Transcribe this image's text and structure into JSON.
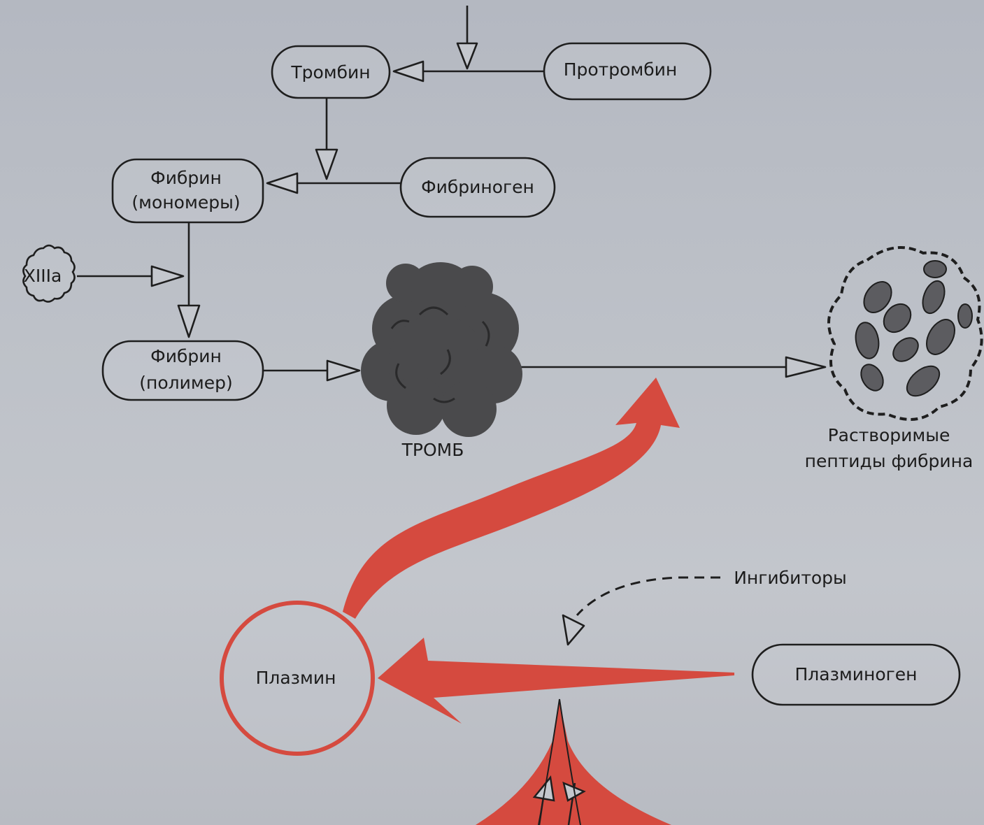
{
  "nodes": {
    "thrombin": "Тромбин",
    "prothrombin": "Протромбин",
    "fibrin_monomers_line1": "Фибрин",
    "fibrin_monomers_line2": "(мономеры)",
    "fibrinogen": "Фибриноген",
    "factor_xiiia": "XIIIa",
    "fibrin_polymer_line1": "Фибрин",
    "fibrin_polymer_line2": "(полимер)",
    "thrombus": "ТРОМБ",
    "soluble_peptides_line1": "Растворимые",
    "soluble_peptides_line2": "пептиды фибрина",
    "inhibitors": "Ингибиторы",
    "plasmin": "Плазмин",
    "plasminogen": "Плазминоген"
  },
  "colors": {
    "background": "#bcc0c7",
    "ink": "#1e1e1e",
    "plasmin_red": "#d54a3f",
    "thrombus_fill": "#4a4a4c"
  }
}
